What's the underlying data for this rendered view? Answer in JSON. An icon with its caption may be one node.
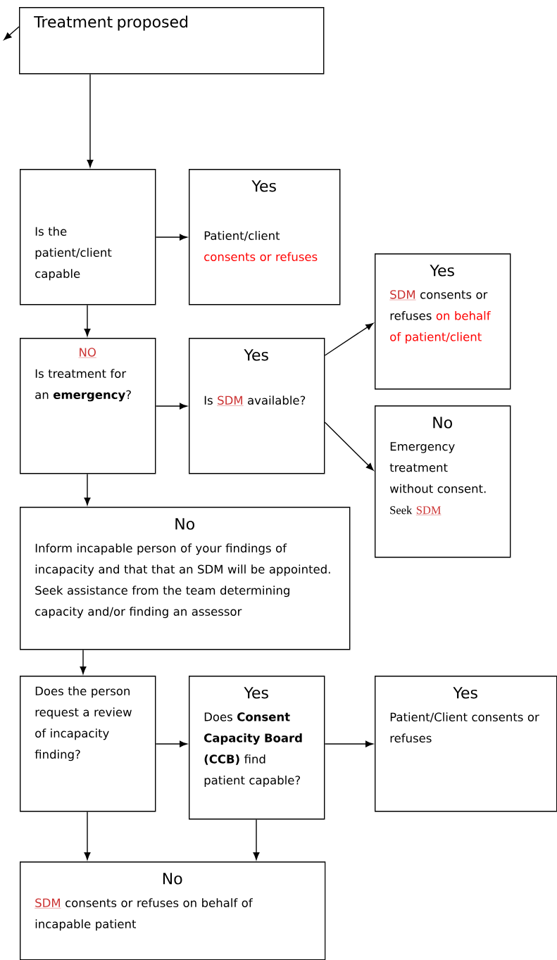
{
  "diagram": {
    "nodes": [
      {
        "text": [
          "Treatment proposed"
        ]
      },
      {
        "text": [
          "Is the patient/client capable"
        ]
      },
      {
        "text": [
          "Yes",
          "Patient/client",
          "consents or refuses"
        ]
      },
      {
        "text": [
          "Yes",
          "SDM",
          "consents or refuses",
          "on behalf of patient/client"
        ]
      },
      {
        "text": [
          "NO",
          "Is treatment for an **emergency**?"
        ]
      },
      {
        "text": [
          "Yes",
          "Is",
          "SDM",
          "available?"
        ]
      },
      {
        "text": [
          "No",
          "Emergency treatment without consent.",
          "Seek",
          "SDM"
        ]
      },
      {
        "text": [
          "No",
          "Inform incapable person of your findings of incapacity and that that an SDM will be appointed.  Seek assistance from the team determining capacity and/or finding an assessor"
        ]
      },
      {
        "text": [
          "Does the person request a review of incapacity finding?"
        ]
      },
      {
        "text": [
          "Yes",
          "Does **Consent Capacity Board (CCB)** find patient capable?"
        ]
      },
      {
        "text": [
          "Yes",
          "Patient/Client consents or refuses"
        ]
      },
      {
        "text": [
          "No",
          "SDM",
          "consents or refuses on behalf of incapable patient"
        ]
      }
    ],
    "edges": [
      {
        "from": 0,
        "to": null,
        "arrow": "to"
      },
      {
        "from": 0,
        "to": 1,
        "arrow": "to"
      },
      {
        "from": 1,
        "to": 2,
        "arrow": "to"
      },
      {
        "from": 1,
        "to": 4,
        "arrow": "to"
      },
      {
        "from": 4,
        "to": 5,
        "arrow": "to"
      },
      {
        "from": 5,
        "to": 3,
        "arrow": "to"
      },
      {
        "from": 5,
        "to": 6,
        "arrow": "to"
      },
      {
        "from": 4,
        "to": 7,
        "arrow": "to"
      },
      {
        "from": 7,
        "to": 8,
        "arrow": "to"
      },
      {
        "from": 8,
        "to": 9,
        "arrow": "to"
      },
      {
        "from": 9,
        "to": 10,
        "arrow": "to"
      },
      {
        "from": 8,
        "to": 11,
        "arrow": "to"
      },
      {
        "from": 9,
        "to": 11,
        "arrow": "to"
      }
    ]
  }
}
